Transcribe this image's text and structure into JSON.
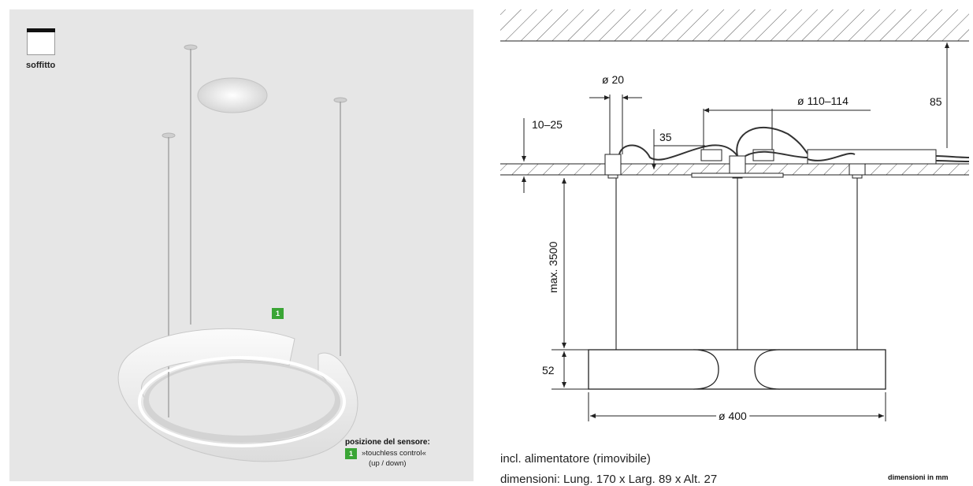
{
  "left": {
    "mounting_label": "soffitto",
    "sensor_badge": "1",
    "sensor_title": "posizione del sensore:",
    "sensor_line1": "»touchless control«",
    "sensor_line2": "(up / down)"
  },
  "drawing": {
    "dim_canopy_diameter": "ø 20",
    "dim_cutout": "ø 110–114",
    "dim_ceiling_thickness": "10–25",
    "dim_box_clearance": "35",
    "dim_total_height": "85",
    "dim_max_length": "max. 3500",
    "dim_lamp_height": "52",
    "dim_lamp_diameter": "ø 400"
  },
  "notes": {
    "line1": "incl. alimentatore (rimovibile)",
    "line2": "dimensioni: Lung. 170 x Larg. 89 x Alt. 27",
    "units": "dimensioni in mm"
  },
  "colors": {
    "panel_bg": "#e6e6e6",
    "sensor_green": "#3aa535",
    "line": "#222222"
  }
}
